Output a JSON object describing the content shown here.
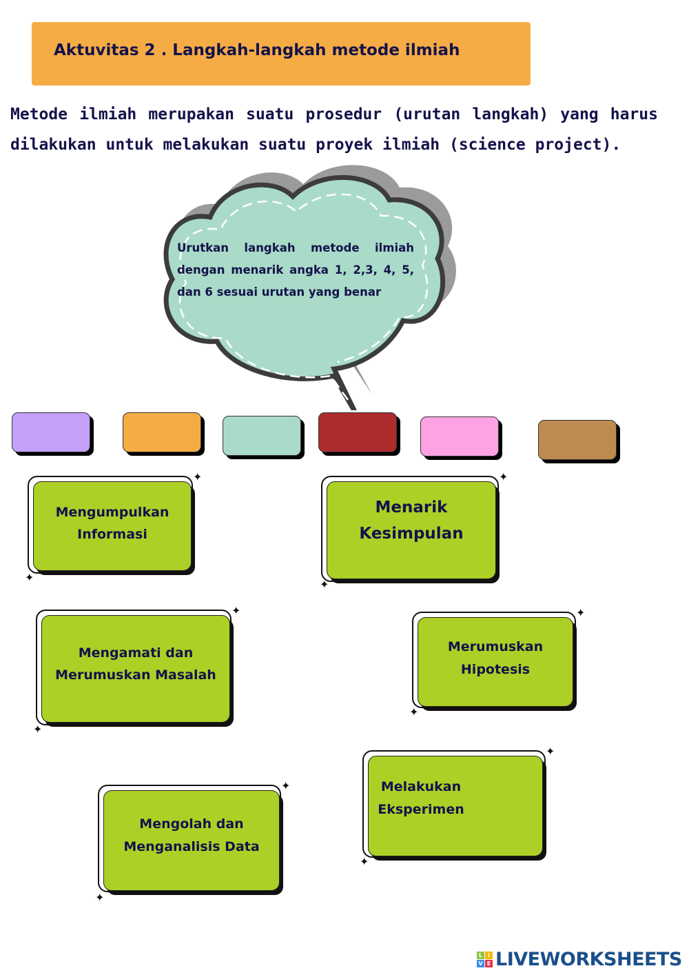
{
  "title": "Aktuvitas 2 .  Langkah-langkah metode ilmiah",
  "intro": "Metode ilmiah merupakan suatu prosedur (urutan langkah) yang harus dilakukan untuk melakukan suatu proyek ilmiah (science project).",
  "instruction": "Urutkan langkah metode ilmiah dengan menarik angka 1, 2,3, 4, 5, dan 6 sesuai urutan yang benar",
  "slots": [
    {
      "color": "#c4a0fb"
    },
    {
      "color": "#f6ac45"
    },
    {
      "color": "#a9dbc8"
    },
    {
      "color": "#ac2b2d"
    },
    {
      "color": "#fda3e3"
    },
    {
      "color": "#bd8a50"
    }
  ],
  "cards": [
    {
      "label": "Mengumpulkan Informasi"
    },
    {
      "label": "Menarik Kesimpulan"
    },
    {
      "label": "Mengamati dan Merumuskan Masalah"
    },
    {
      "label": "Merumuskan Hipotesis"
    },
    {
      "label": "Melakukan Eksperimen"
    },
    {
      "label": "Mengolah dan Menganalisis Data"
    }
  ],
  "logo": {
    "text": "LIVEWORKSHEETS",
    "badge": [
      "L",
      "I",
      "V",
      "E"
    ]
  }
}
